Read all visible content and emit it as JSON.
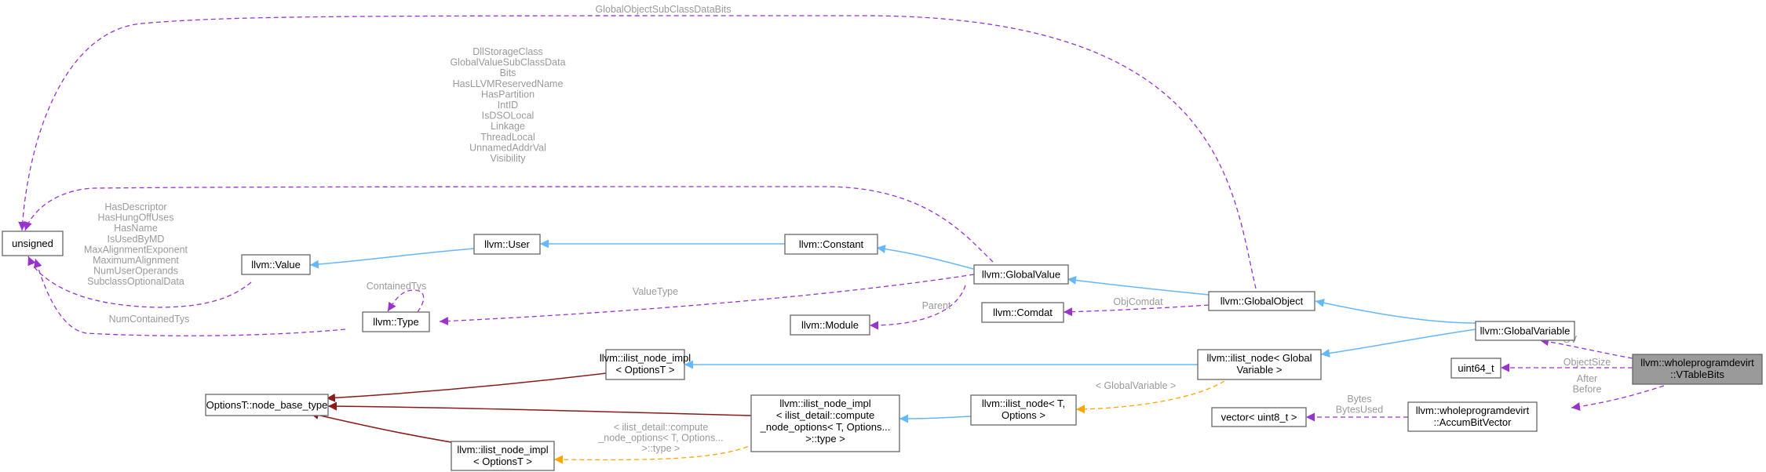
{
  "nodes": {
    "vtablebits": [
      "llvm::wholeprogramdevirt",
      "::VTableBits"
    ],
    "globalvariable": [
      "llvm::GlobalVariable"
    ],
    "uint64": [
      "uint64_t"
    ],
    "accumbitvector": [
      "llvm::wholeprogramdevirt",
      "::AccumBitVector"
    ],
    "vector_uint8": [
      "vector< uint8_t >"
    ],
    "globalobject": [
      "llvm::GlobalObject"
    ],
    "ilist_node_gv": [
      "llvm::ilist_node< Global",
      "Variable >"
    ],
    "comdat": [
      "llvm::Comdat"
    ],
    "globalvalue": [
      "llvm::GlobalValue"
    ],
    "constant": [
      "llvm::Constant"
    ],
    "user": [
      "llvm::User"
    ],
    "value": [
      "llvm::Value"
    ],
    "unsigned": [
      "unsigned"
    ],
    "type": [
      "llvm::Type"
    ],
    "module": [
      "llvm::Module"
    ],
    "ilist_node_impl_top": [
      "llvm::ilist_node_impl",
      "< OptionsT >"
    ],
    "optionst_base": [
      "OptionsT::node_base_type"
    ],
    "ilist_node_T": [
      "llvm::ilist_node< T,",
      "Options >"
    ],
    "ilist_node_impl_mid": [
      "llvm::ilist_node_impl",
      "< ilist_detail::compute",
      "_node_options< T, Options...",
      ">::type >"
    ],
    "ilist_node_impl_bot": [
      "llvm::ilist_node_impl",
      "< OptionsT >"
    ]
  },
  "edge_labels": {
    "gv": [
      "GV"
    ],
    "objectsize": [
      "ObjectSize"
    ],
    "after_before": [
      "After",
      "Before"
    ],
    "bytes": [
      "Bytes",
      "BytesUsed"
    ],
    "objcomdat": [
      "ObjComdat"
    ],
    "globalobject_subclass": [
      "GlobalObjectSubClassDataBits"
    ],
    "globalvalue_fields": [
      "DllStorageClass",
      "GlobalValueSubClassData",
      "Bits",
      "HasLLVMReservedName",
      "HasPartition",
      "IntID",
      "IsDSOLocal",
      "Linkage",
      "ThreadLocal",
      "UnnamedAddrVal",
      "Visibility"
    ],
    "value_fields": [
      "HasDescriptor",
      "HasHungOffUses",
      "HasName",
      "IsUsedByMD",
      "MaxAlignmentExponent",
      "MaximumAlignment",
      "NumUserOperands",
      "SubclassOptionalData"
    ],
    "numcontainedtys": [
      "NumContainedTys"
    ],
    "containedtys": [
      "ContainedTys"
    ],
    "valuetype": [
      "ValueType"
    ],
    "parent": [
      "Parent"
    ],
    "globalvariable_tmpl": [
      "< GlobalVariable >"
    ],
    "compute_tmpl": [
      "< ilist_detail::compute",
      "_node_options< T, Options...",
      ">::type >"
    ]
  }
}
